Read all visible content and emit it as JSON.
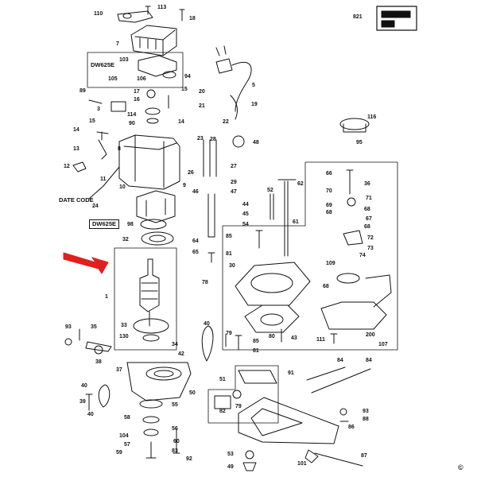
{
  "diagram": {
    "labels": {
      "l110": "110",
      "l113": "113",
      "l18": "18",
      "l7": "7",
      "l821": "821",
      "l103": "103",
      "l105": "105",
      "l106": "106",
      "l94": "94",
      "l89": "89",
      "l17": "17",
      "l16": "16",
      "l15a": "15",
      "l20": "20",
      "l5": "5",
      "l3": "3",
      "l21": "21",
      "l19": "19",
      "l114": "114",
      "l15b": "15",
      "l90": "90",
      "l14a": "14",
      "l22": "22",
      "l116": "116",
      "l14b": "14",
      "l8": "8",
      "l23": "23",
      "l28": "28",
      "l48": "48",
      "l95": "95",
      "l13": "13",
      "l12": "12",
      "l24": "24",
      "l26": "26",
      "l27": "27",
      "l66": "66",
      "l11": "11",
      "l10": "10",
      "l9": "9",
      "l29": "29",
      "l36": "36",
      "l62": "62",
      "l46": "46",
      "l47": "47",
      "l52": "52",
      "l70": "70",
      "l71": "71",
      "l44": "44",
      "l69": "69",
      "l68a": "68",
      "l68b": "68",
      "l45": "45",
      "l67": "67",
      "l98": "98",
      "l54": "54",
      "l61": "61",
      "l68c": "68",
      "l32": "32",
      "l64": "64",
      "l85a": "85",
      "l72": "72",
      "l73": "73",
      "l74": "74",
      "l65": "65",
      "l81a": "81",
      "l109": "109",
      "l1": "1",
      "l30": "30",
      "l78": "78",
      "l68d": "68",
      "l33": "33",
      "l130": "130",
      "l34": "34",
      "l93a": "93",
      "l35": "35",
      "l40a": "40",
      "l79a": "79",
      "l85b": "85",
      "l81b": "81",
      "l80": "80",
      "l43": "43",
      "l111": "111",
      "l200": "200",
      "l107": "107",
      "l42": "42",
      "l38": "38",
      "l37": "37",
      "l91": "91",
      "l84a": "84",
      "l84b": "84",
      "l51": "51",
      "l40b": "40",
      "l50": "50",
      "l39": "39",
      "l40c": "40",
      "l82": "82",
      "l79b": "79",
      "l55": "55",
      "l93b": "93",
      "l88": "88",
      "l58": "58",
      "l56": "56",
      "l86": "86",
      "l104": "104",
      "l57": "57",
      "l60": "60",
      "l59": "59",
      "l83": "83",
      "l92": "92",
      "l53": "53",
      "l49": "49",
      "l101": "101",
      "l87": "87"
    },
    "tags": {
      "dw625e_top": "DW625E",
      "date_code": "DATE CODE",
      "dw625e_mid": "DW625E"
    },
    "copyright": "©"
  }
}
